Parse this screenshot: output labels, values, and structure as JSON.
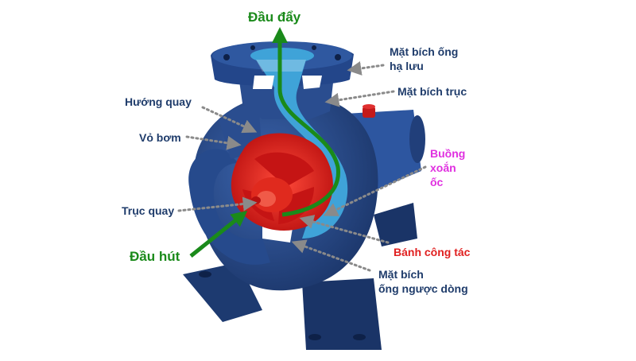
{
  "labels": {
    "outlet": "Đầu đẩy",
    "discharge_flange_1": "Mặt bích ống",
    "discharge_flange_2": "hạ lưu",
    "shaft_flange": "Mặt bích trục",
    "rotation": "Hướng quay",
    "casing": "Vỏ bơm",
    "volute_1": "Buồng",
    "volute_2": "xoắn",
    "volute_3": "ốc",
    "shaft": "Trục quay",
    "impeller": "Bánh công tác",
    "inlet": "Đầu hút",
    "suction_flange_1": "Mặt bích",
    "suction_flange_2": "ống ngược dòng"
  },
  "colors": {
    "casing": "#2a4d8f",
    "casing_dark": "#16305e",
    "impeller": "#e01818",
    "water": "#3fa3d8",
    "flow_arrow": "#1a8a1a",
    "pointer": "#8a8a8a",
    "label_text": "#1f3c6b",
    "impeller_label": "#e02020",
    "volute_label": "#e030e0"
  }
}
